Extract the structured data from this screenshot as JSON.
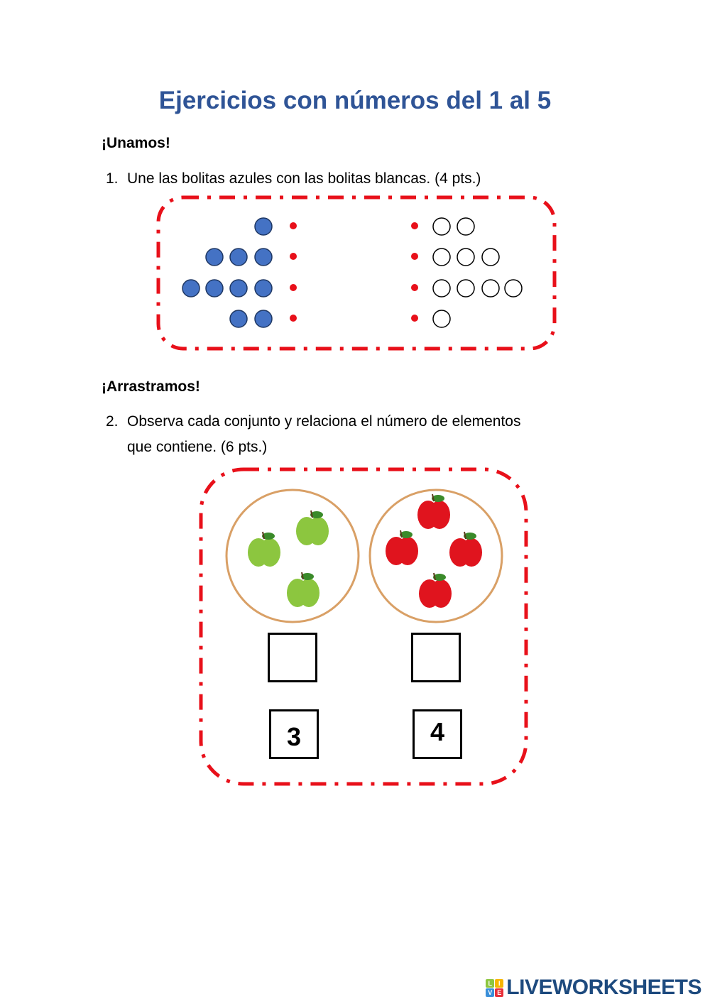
{
  "title": "Ejercicios con números del 1 al 5",
  "section1": {
    "heading": "¡Unamos!",
    "number": "1.",
    "instruction": "Une las bolitas azules con las bolitas blancas. (4 pts.)",
    "blue_counts": [
      1,
      3,
      4,
      2
    ],
    "white_counts": [
      2,
      3,
      4,
      1
    ]
  },
  "section2": {
    "heading": "¡Arrastramos!",
    "number": "2.",
    "instruction_line1": "Observa cada conjunto y relaciona el número de elementos",
    "instruction_line2": "que contiene. (6 pts.)",
    "sets": [
      {
        "fruit": "green-apple",
        "count": 3
      },
      {
        "fruit": "red-apple",
        "count": 4
      }
    ],
    "draggable_numbers": [
      "3",
      "4"
    ]
  },
  "logo": {
    "text": "LIVEWORKSHEETS",
    "tiles": [
      "L",
      "I",
      "V",
      "E"
    ]
  },
  "colors": {
    "title": "#2f5496",
    "border": "#e8101a",
    "blue": "#4472c4",
    "dot": "#e8101a"
  }
}
